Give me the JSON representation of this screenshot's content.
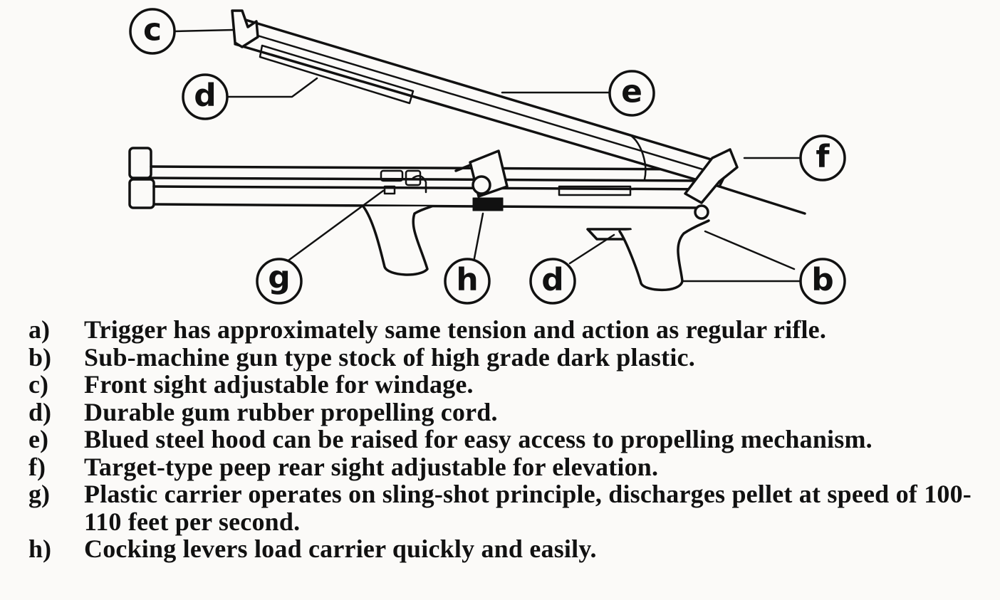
{
  "diagram": {
    "callouts": [
      {
        "id": "c",
        "label": "c"
      },
      {
        "id": "d_top",
        "label": "d"
      },
      {
        "id": "e",
        "label": "e"
      },
      {
        "id": "f",
        "label": "f"
      },
      {
        "id": "g",
        "label": "g"
      },
      {
        "id": "h",
        "label": "h"
      },
      {
        "id": "d_bottom",
        "label": "d"
      },
      {
        "id": "b",
        "label": "b"
      }
    ]
  },
  "legend": {
    "items": [
      {
        "key": "a)",
        "text": "Trigger has approximately same tension and action as regular rifle."
      },
      {
        "key": "b)",
        "text": "Sub-machine gun type stock of high grade dark plastic."
      },
      {
        "key": "c)",
        "text": "Front sight adjustable for windage."
      },
      {
        "key": "d)",
        "text": "Durable gum rubber propelling cord."
      },
      {
        "key": "e)",
        "text": "Blued steel hood can be raised for easy access to propelling mechanism."
      },
      {
        "key": "f)",
        "text": "Target-type peep rear sight adjustable for elevation."
      },
      {
        "key": "g)",
        "text": "Plastic carrier operates on sling-shot principle, discharges pellet at speed of 100-110 feet per second."
      },
      {
        "key": "h)",
        "text": "Cocking levers load carrier quickly and easily."
      }
    ]
  }
}
